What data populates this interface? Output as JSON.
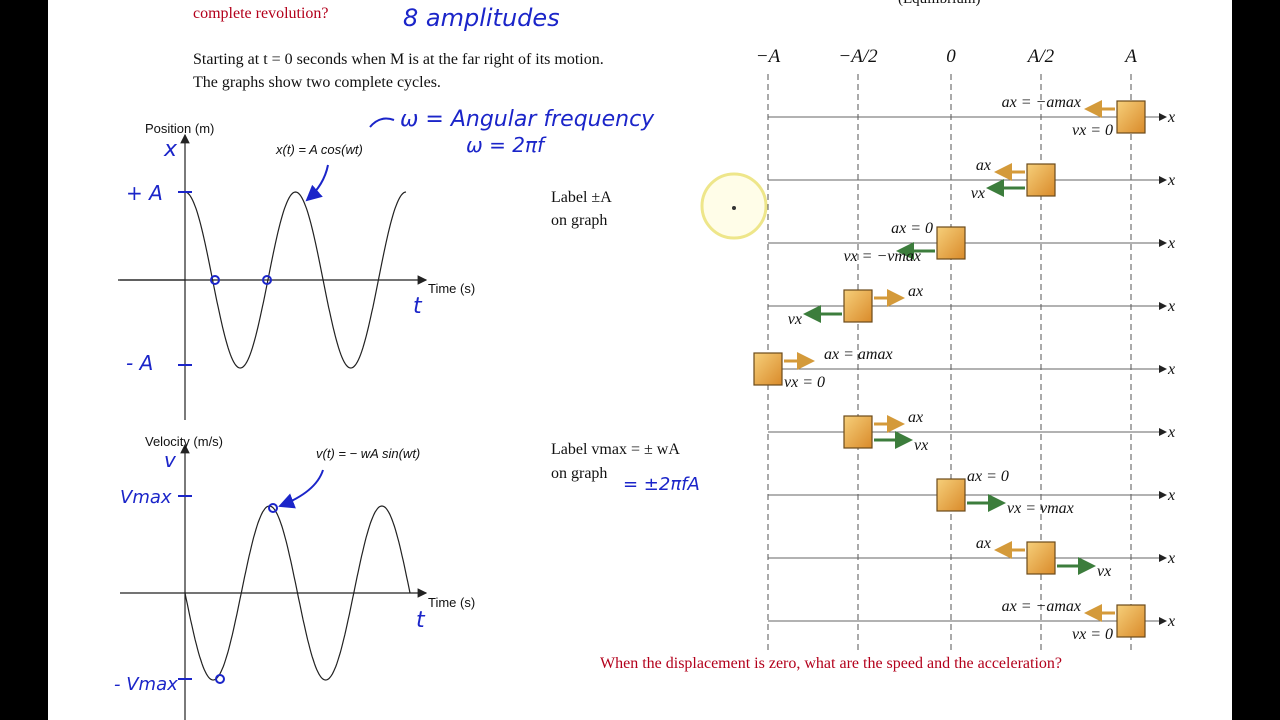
{
  "header": {
    "question_top": "complete revolution?",
    "handwritten_amplitudes": "8 amplitudes",
    "equilibrium_label": "(Equilibrium)"
  },
  "description": {
    "line1": "Starting at t = 0 seconds when M is at the far right of its motion.",
    "line2": "The graphs show two complete cycles."
  },
  "position_graph": {
    "ylabel": "Position (m)",
    "xlabel": "Time (s)",
    "equation": "x(t) = A cos(wt)",
    "hand_y": "x",
    "hand_t": "t",
    "hand_plusA": "+ A",
    "hand_minusA": "- A",
    "hand_omega1": "ω = Angular frequency",
    "hand_omega2": "ω = 2πf"
  },
  "velocity_graph": {
    "ylabel": "Velocity (m/s)",
    "xlabel": "Time (s)",
    "equation": "v(t) = − wA sin(wt)",
    "hand_y": "v",
    "hand_t": "t",
    "hand_vmax": "Vmax",
    "hand_minus_vmax": "- Vmax"
  },
  "labels": {
    "label_A_line1": "Label ±A",
    "label_A_line2": "on graph",
    "label_v_line1": "Label vmax = ± wA",
    "label_v_line2": "on graph",
    "hand_2pifA": "= ±2πfA"
  },
  "diagram": {
    "columns": [
      "−A",
      "−A/2",
      "0",
      "A/2",
      "A"
    ],
    "axis_label": "x",
    "rows": [
      {
        "accel": "ax = −amax",
        "vel": "vx = 0"
      },
      {
        "accel": "ax",
        "vel": "vx"
      },
      {
        "accel": "ax = 0",
        "vel": "vx = −vmax"
      },
      {
        "accel": "ax",
        "vel": "vx"
      },
      {
        "accel": "ax = amax",
        "vel": "vx = 0"
      },
      {
        "accel": "ax",
        "vel": "vx"
      },
      {
        "accel": "ax = 0",
        "vel": "vx = vmax"
      },
      {
        "accel": "ax",
        "vel": "vx"
      },
      {
        "accel": "ax = −amax",
        "vel": "vx = 0"
      }
    ]
  },
  "question_bottom": "When the displacement is zero, what are the speed and the acceleration?",
  "colors": {
    "question": "#b3001b",
    "handwriting": "#1b25c9",
    "block": "#e8a640",
    "velocity_arrow": "#3c7d3c",
    "accel_arrow": "#d49a3a"
  }
}
